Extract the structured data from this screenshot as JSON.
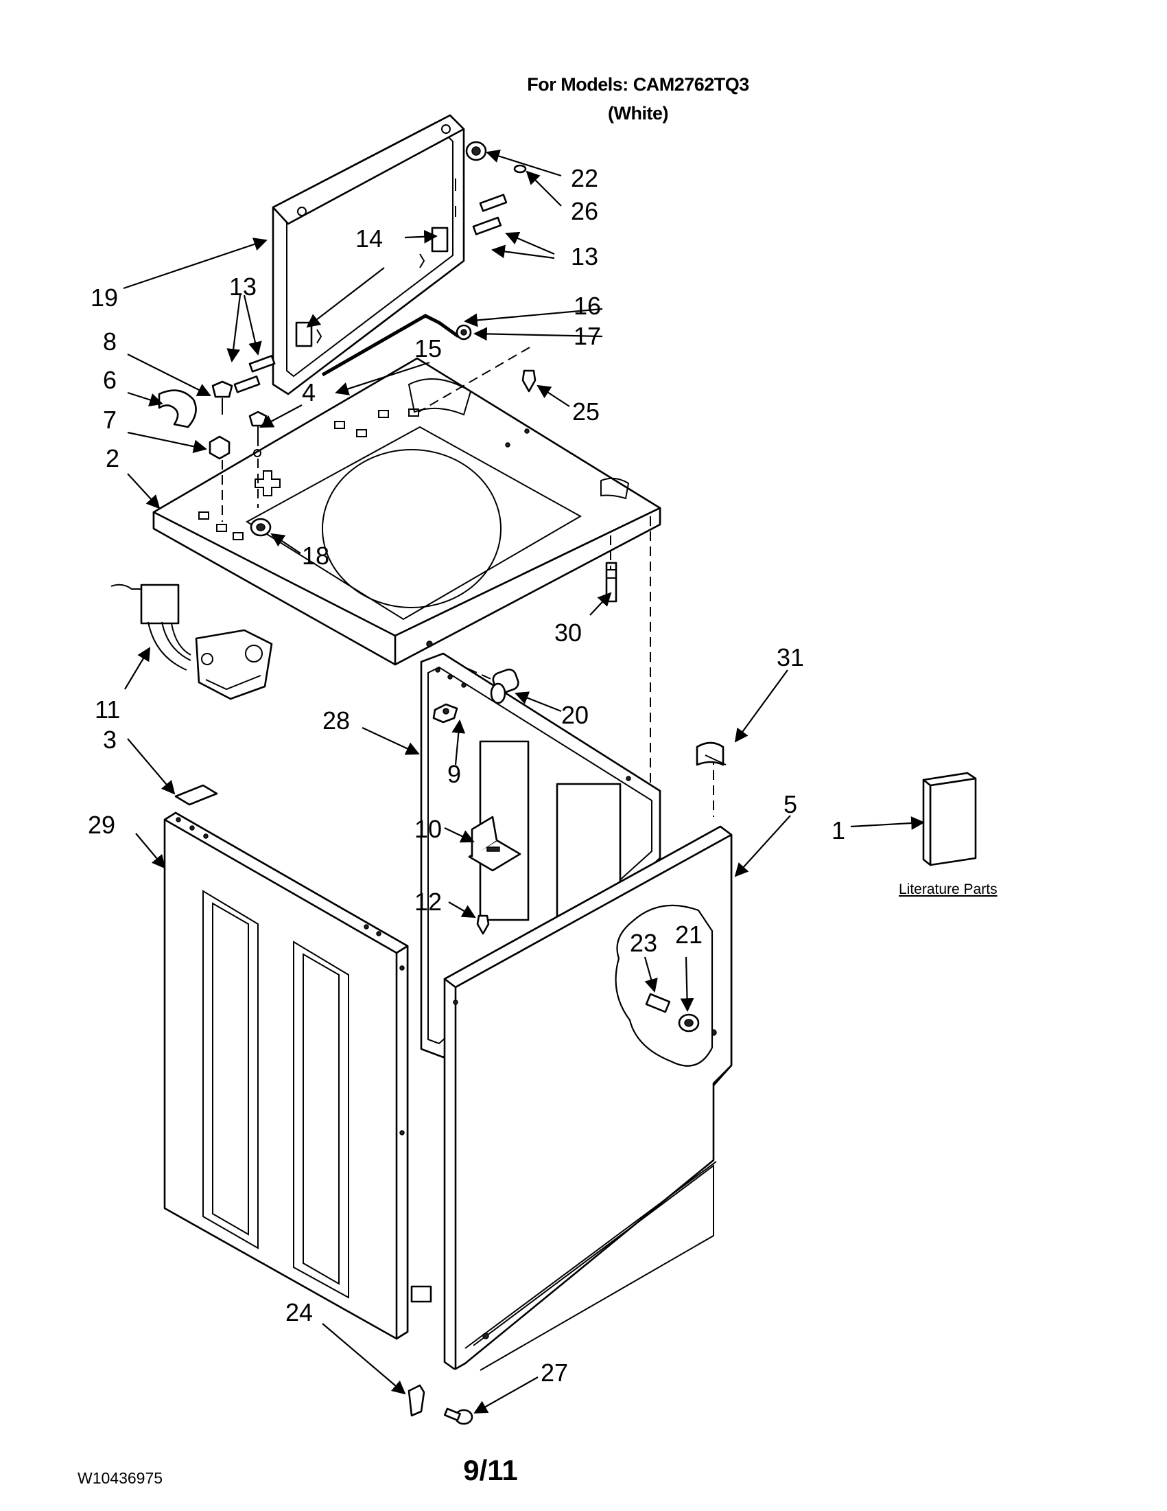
{
  "header": {
    "model_line": "For Models: CAM2762TQ3",
    "color_line": "(White)"
  },
  "footer": {
    "doc_number": "W10436975",
    "page": "9/11"
  },
  "literature": {
    "label": "Literature Parts"
  },
  "callouts": [
    "22",
    "26",
    "13",
    "19",
    "14",
    "16",
    "13",
    "17",
    "8",
    "15",
    "6",
    "25",
    "4",
    "7",
    "2",
    "18",
    "30",
    "31",
    "11",
    "28",
    "20",
    "3",
    "9",
    "5",
    "29",
    "10",
    "1",
    "12",
    "23",
    "21",
    "24",
    "27"
  ]
}
